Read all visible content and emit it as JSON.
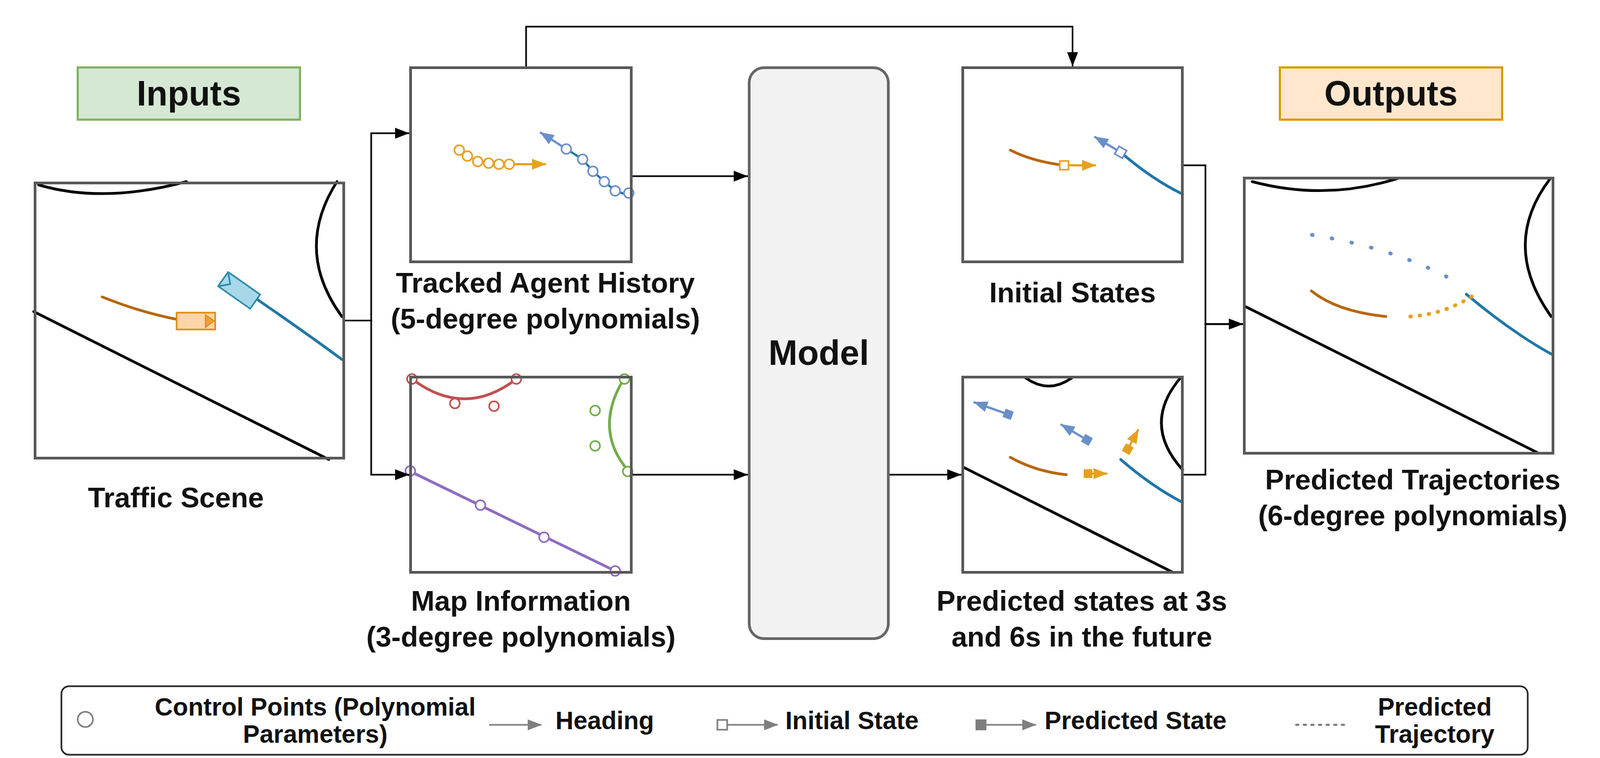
{
  "diagram": {
    "nodes": [
      {
        "text": [
          "Inputs"
        ]
      },
      {
        "text": [
          "Traffic Scene"
        ]
      },
      {
        "text": [
          "Tracked Agent History (5-degree polynomials)"
        ]
      },
      {
        "text": [
          "Map Information (3-degree polynomials)"
        ]
      },
      {
        "text": [
          "Model"
        ]
      },
      {
        "text": [
          "Initial States"
        ]
      },
      {
        "text": [
          "Predicted states at 3s and 6s in the future"
        ]
      },
      {
        "text": [
          "Outputs"
        ]
      },
      {
        "text": [
          "Predicted Trajectories (6-degree polynomials)"
        ]
      }
    ],
    "edges": [
      {
        "from": 1,
        "to": 2,
        "arrow": "to"
      },
      {
        "from": 1,
        "to": 3,
        "arrow": "to"
      },
      {
        "from": 2,
        "to": 4,
        "arrow": "to"
      },
      {
        "from": 3,
        "to": 4,
        "arrow": "to"
      },
      {
        "from": 2,
        "to": 5,
        "arrow": "to"
      },
      {
        "from": 4,
        "to": 6,
        "arrow": "to"
      },
      {
        "from": 5,
        "to": 8,
        "arrow": "to"
      },
      {
        "from": 6,
        "to": 8,
        "arrow": "to"
      }
    ],
    "legend": [
      {
        "text": "Control Points (Polynomial Parameters)"
      },
      {
        "text": "Heading"
      },
      {
        "text": "Initial State"
      },
      {
        "text": "Predicted State"
      },
      {
        "text": "Predicted Trajectory"
      }
    ]
  }
}
